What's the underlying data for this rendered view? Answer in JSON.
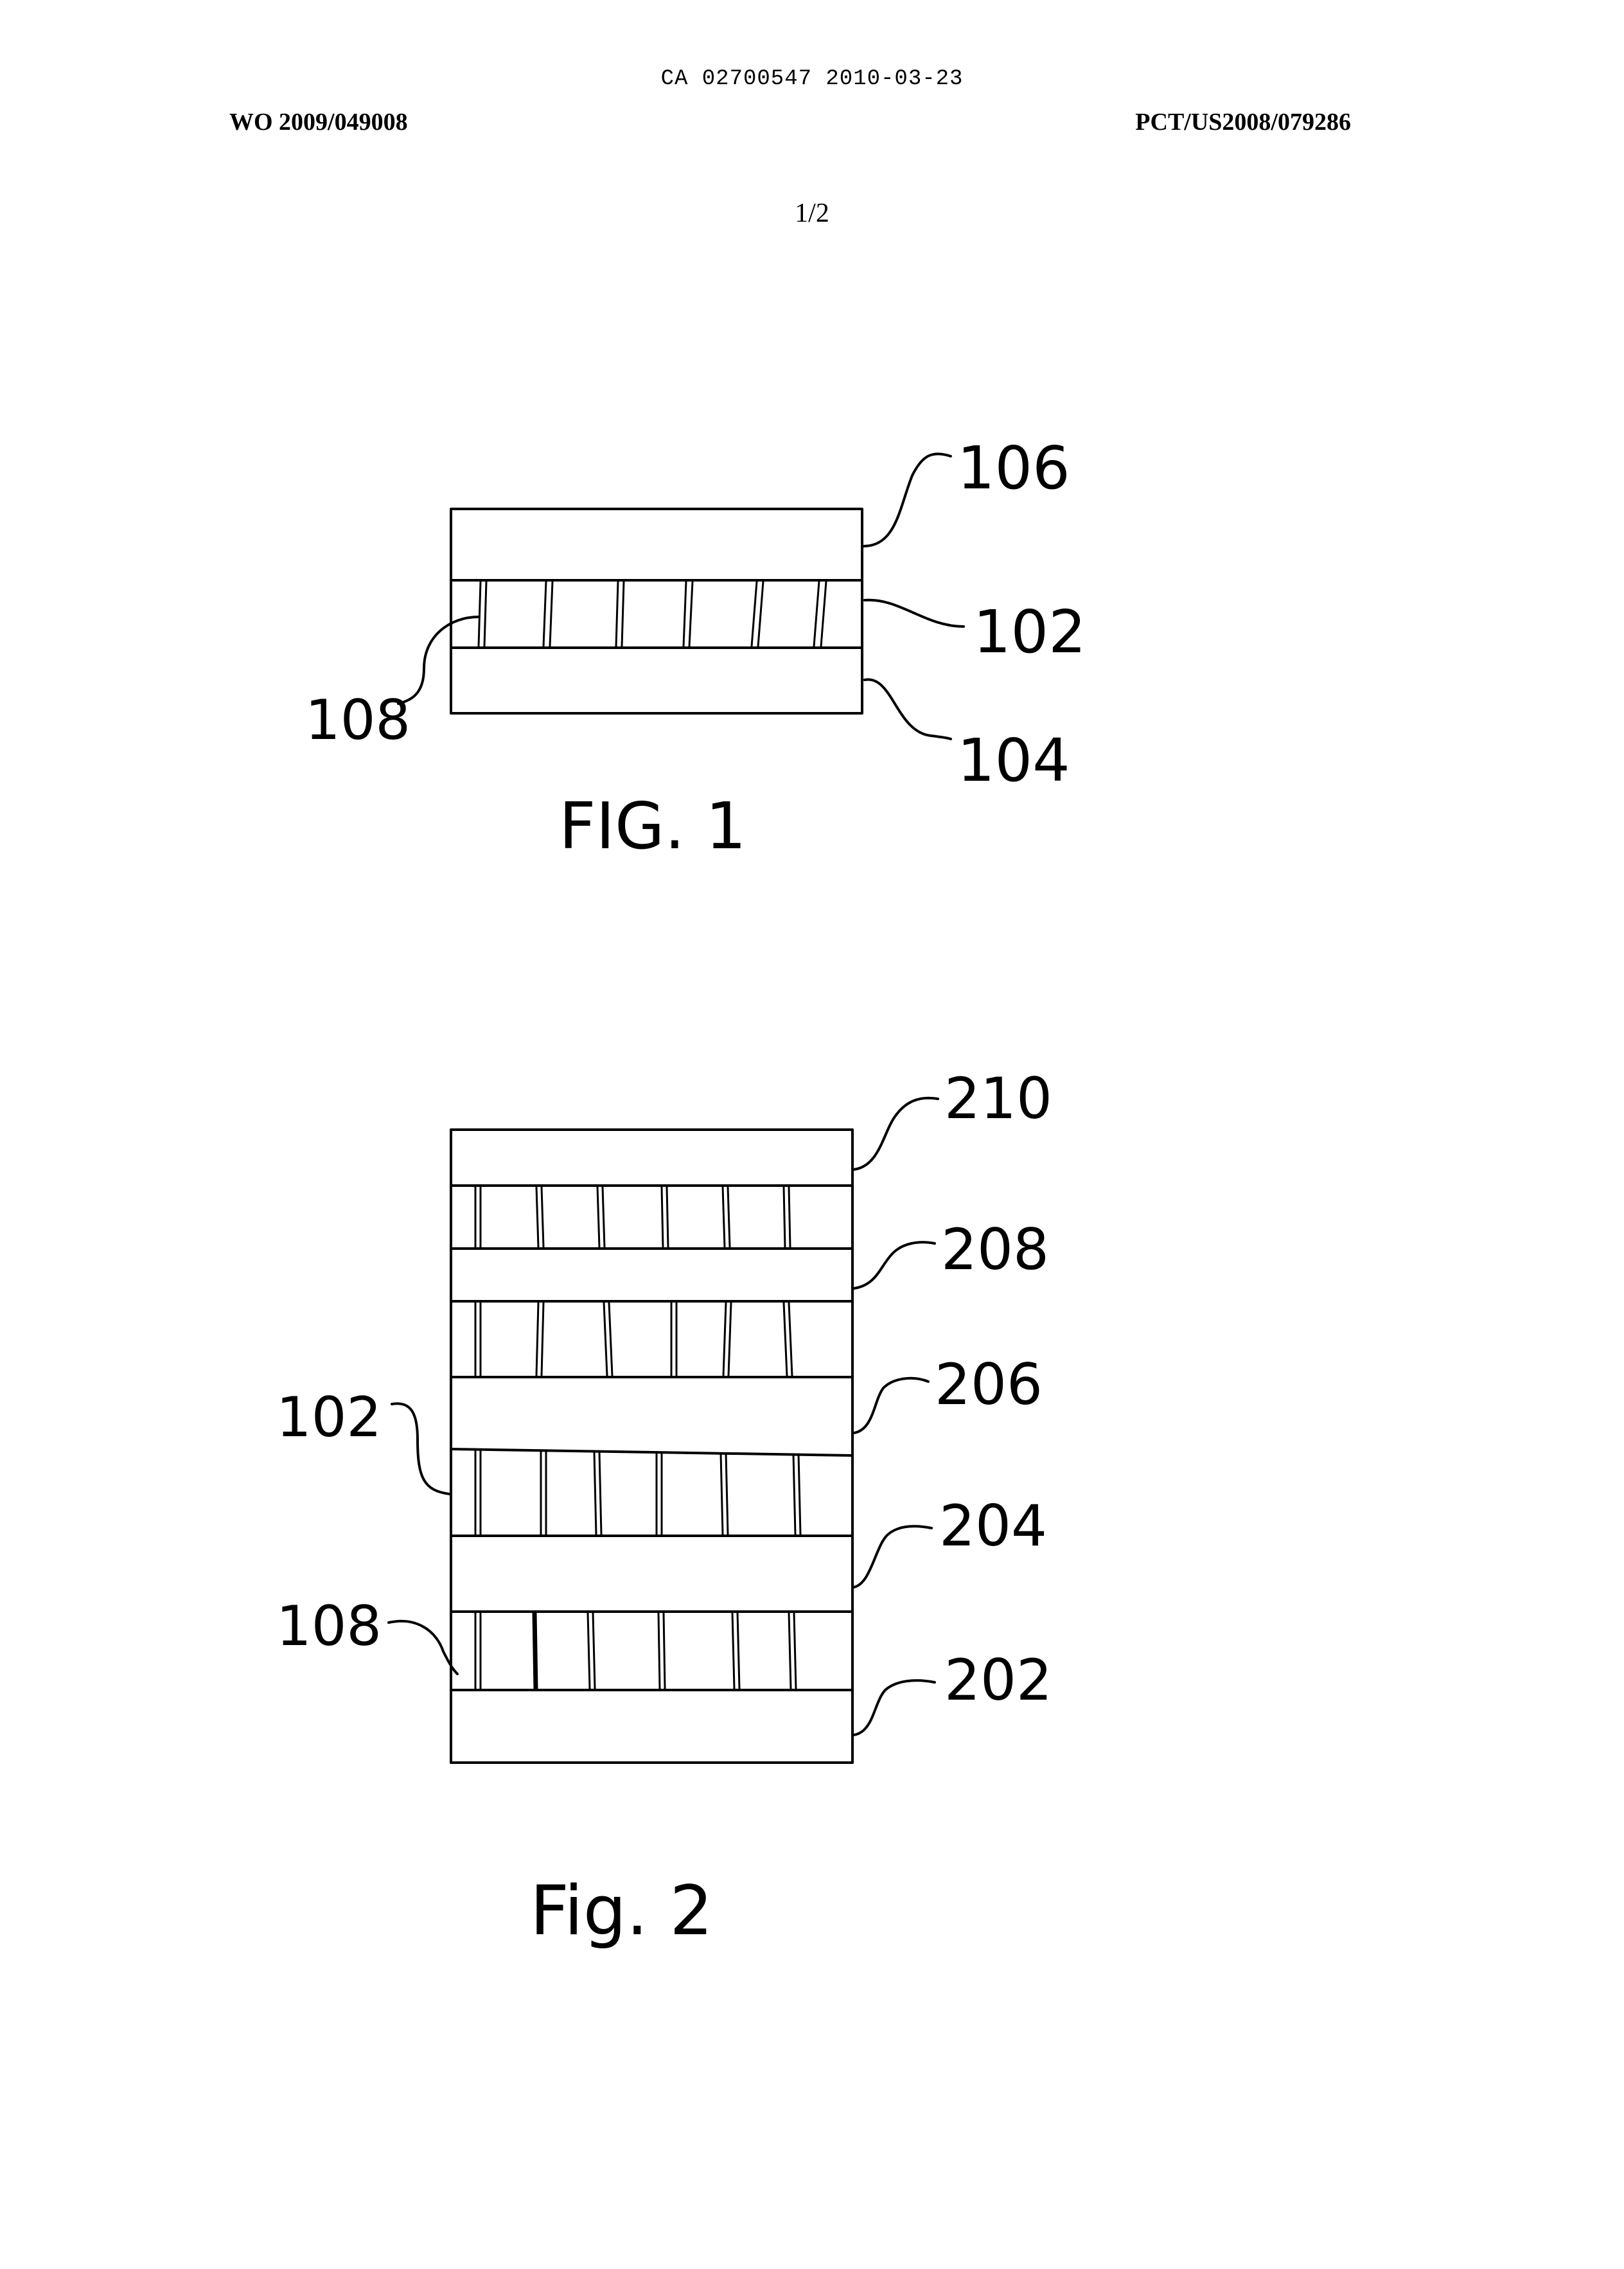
{
  "header": {
    "ca_number": "CA 02700547 2010-03-23",
    "wo_number": "WO 2009/049008",
    "pct_number": "PCT/US2008/079286",
    "sheet": "1/2"
  },
  "figures": [
    {
      "caption": "FIG. 1",
      "labels": {
        "top_layer": "106",
        "middle_layer": "102",
        "bottom_layer": "104",
        "post": "108"
      }
    },
    {
      "caption": "Fig. 2",
      "labels": {
        "layer_210": "210",
        "layer_208": "208",
        "layer_206": "206",
        "layer_204": "204",
        "layer_202": "202",
        "spacer_layer": "102",
        "post": "108"
      }
    }
  ]
}
